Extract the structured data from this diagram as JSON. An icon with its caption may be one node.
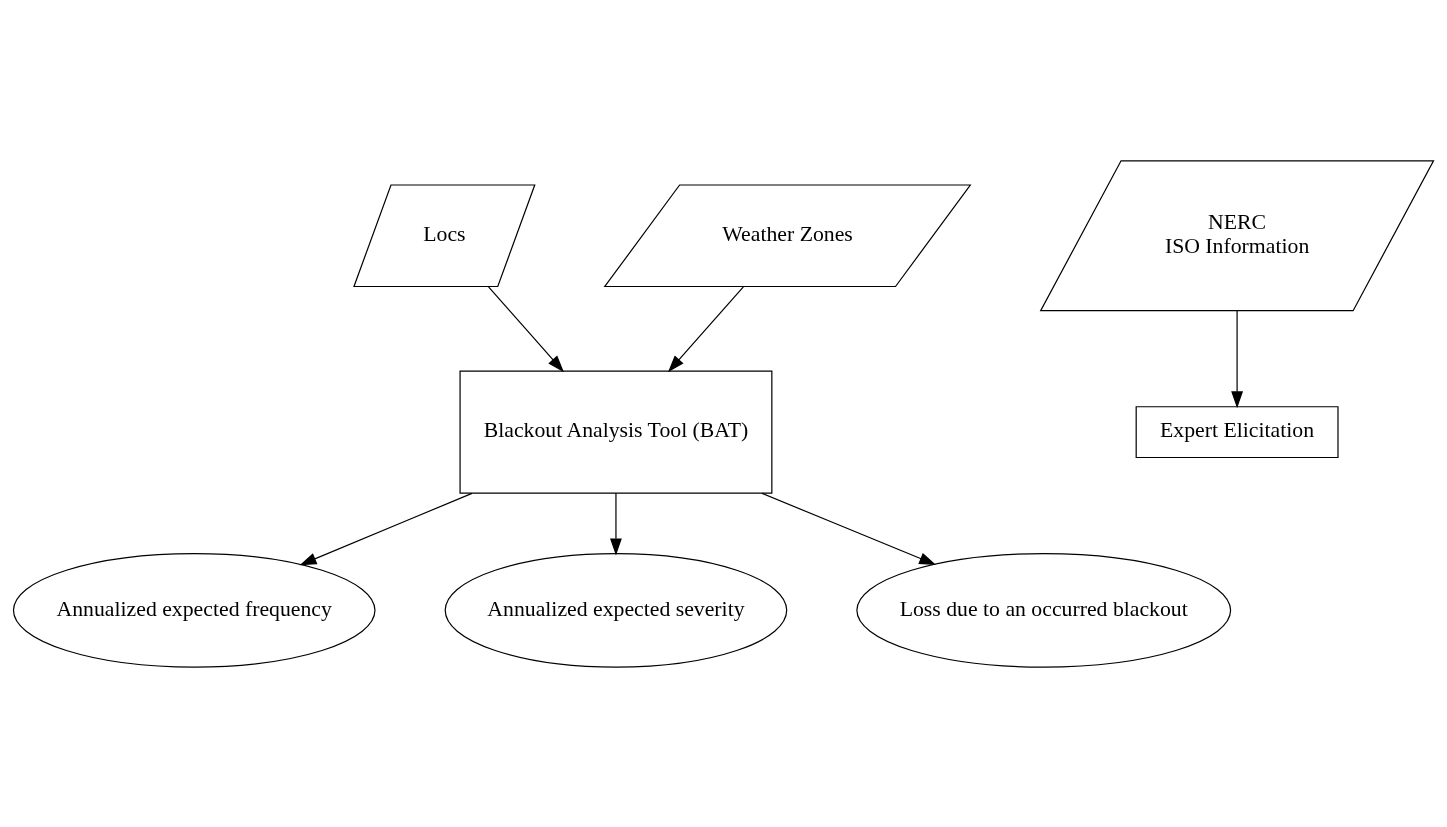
{
  "diagram": {
    "nodes": [
      {
        "text": [
          "Locs"
        ]
      },
      {
        "text": [
          "Weather Zones"
        ]
      },
      {
        "text": [
          "Blackout Analysis Tool (BAT)"
        ]
      },
      {
        "text": [
          "NERC",
          "ISO Information"
        ]
      },
      {
        "text": [
          "Expert Elicitation"
        ]
      },
      {
        "text": [
          "Annualized expected frequency"
        ]
      },
      {
        "text": [
          "Annualized expected severity"
        ]
      },
      {
        "text": [
          "Loss due to an occurred blackout"
        ]
      }
    ],
    "edges": [
      {
        "from": 0,
        "to": 2,
        "arrow": "to"
      },
      {
        "from": 1,
        "to": 2,
        "arrow": "to"
      },
      {
        "from": 3,
        "to": 4,
        "arrow": "to"
      },
      {
        "from": 2,
        "to": 5,
        "arrow": "to"
      },
      {
        "from": 2,
        "to": 6,
        "arrow": "to"
      },
      {
        "from": 2,
        "to": 7,
        "arrow": "to"
      }
    ]
  }
}
